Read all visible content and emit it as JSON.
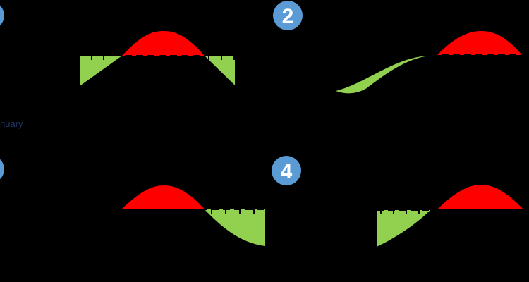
{
  "colors": {
    "background": "#000000",
    "positive_area": "#ff0000",
    "negative_area": "#92d050",
    "badge": "#5b9bd5",
    "baseline": "#000000",
    "label_text": "#1f3864"
  },
  "badges": [
    {
      "number": "2"
    },
    {
      "number": "4"
    }
  ],
  "side_label": "nuary"
}
